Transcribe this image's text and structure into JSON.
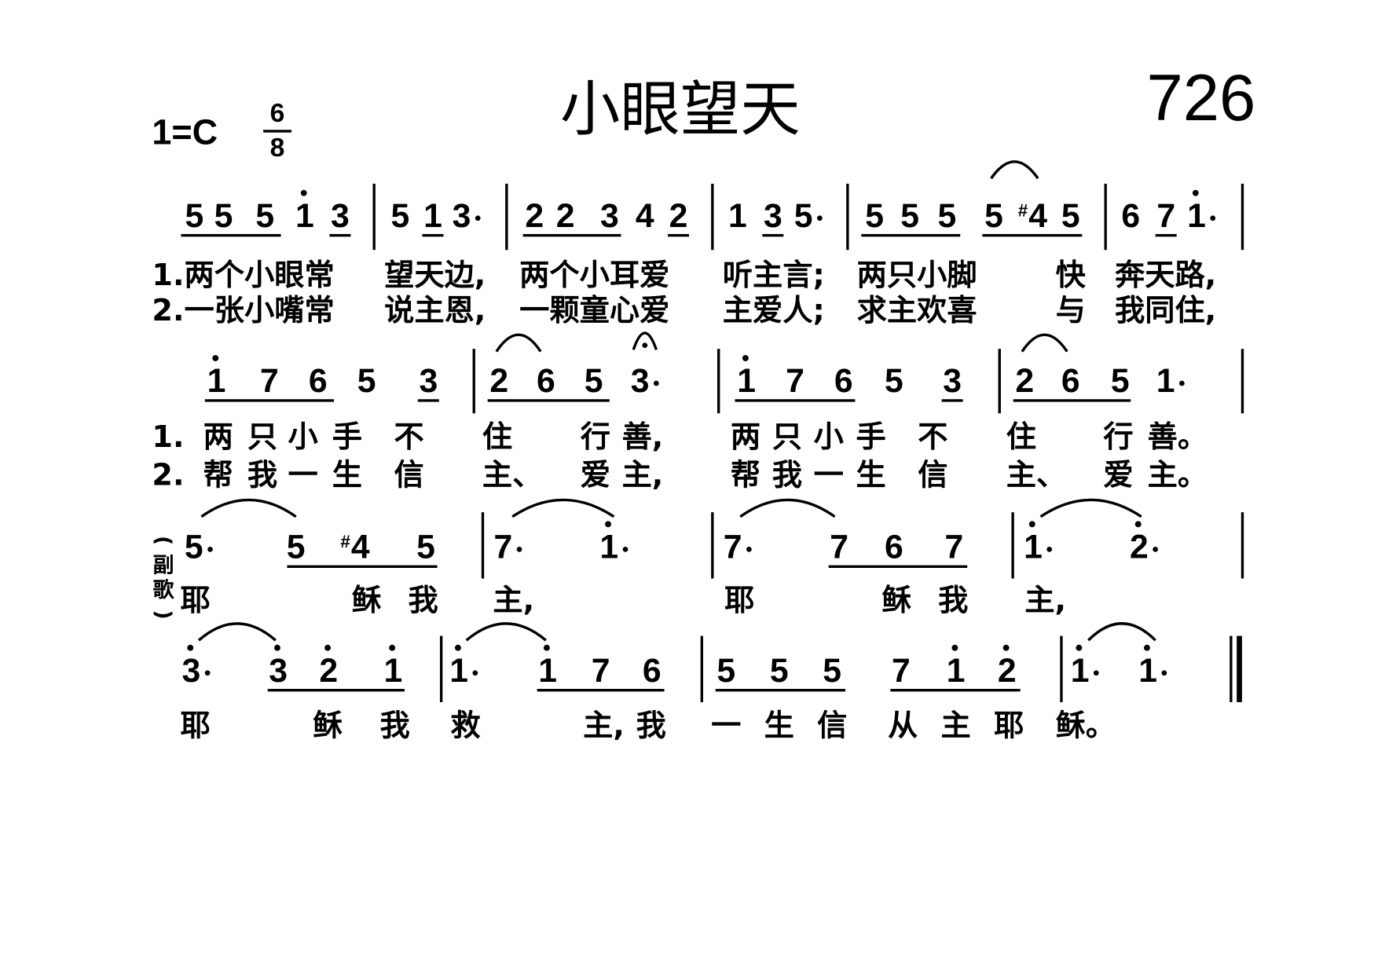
{
  "header": {
    "title": "小眼望天",
    "number": "726",
    "key": "1=C",
    "time_top": "6",
    "time_bottom": "8"
  },
  "chorus_label": "副歌",
  "lines": [
    {
      "notes": [
        {
          "d": "5"
        },
        {
          "d": "5"
        },
        {
          "d": "5"
        },
        {
          "d": "1",
          "high": true
        },
        {
          "d": "3"
        },
        {
          "d": "5"
        },
        {
          "d": "1"
        },
        {
          "d": "3",
          "aug": true
        },
        {
          "d": "2"
        },
        {
          "d": "2"
        },
        {
          "d": "3"
        },
        {
          "d": "4"
        },
        {
          "d": "2"
        },
        {
          "d": "1"
        },
        {
          "d": "3"
        },
        {
          "d": "5",
          "aug": true
        },
        {
          "d": "5"
        },
        {
          "d": "5"
        },
        {
          "d": "5"
        },
        {
          "d": "5"
        },
        {
          "d": "4",
          "sharp": true
        },
        {
          "d": "5"
        },
        {
          "d": "6"
        },
        {
          "d": "7"
        },
        {
          "d": "1",
          "high": true,
          "aug": true
        }
      ],
      "lyrics": [
        [
          "1.两个小眼常",
          "望天边,",
          "两个小耳爱",
          "听主言;",
          "两只小脚",
          "快",
          "奔天路,"
        ],
        [
          "2.一张小嘴常",
          "说主恩,",
          "一颗童心爱",
          "主爱人;",
          "求主欢喜",
          "与",
          "我同住,"
        ]
      ]
    },
    {
      "notes": [
        {
          "d": "1",
          "high": true
        },
        {
          "d": "7"
        },
        {
          "d": "6"
        },
        {
          "d": "5"
        },
        {
          "d": "3"
        },
        {
          "d": "2"
        },
        {
          "d": "6"
        },
        {
          "d": "5"
        },
        {
          "d": "3",
          "aug": true,
          "fermata": true
        },
        {
          "d": "1",
          "high": true
        },
        {
          "d": "7"
        },
        {
          "d": "6"
        },
        {
          "d": "5"
        },
        {
          "d": "3"
        },
        {
          "d": "2"
        },
        {
          "d": "6"
        },
        {
          "d": "5"
        },
        {
          "d": "1",
          "aug": true
        }
      ],
      "lyrics": [
        [
          "1.",
          "两",
          "只",
          "小",
          "手",
          "不",
          "住",
          "行",
          "善,",
          "两",
          "只",
          "小",
          "手",
          "不",
          "住",
          "行",
          "善。"
        ],
        [
          "2.",
          "帮",
          "我",
          "一",
          "生",
          "信",
          "主、",
          "爱",
          "主,",
          "帮",
          "我",
          "一",
          "生",
          "信",
          "主、",
          "爱",
          "主。"
        ]
      ]
    },
    {
      "notes": [
        {
          "d": "5",
          "aug": true
        },
        {
          "d": "5"
        },
        {
          "d": "4",
          "sharp": true
        },
        {
          "d": "5"
        },
        {
          "d": "7",
          "aug": true
        },
        {
          "d": "1",
          "high": true,
          "aug": true
        },
        {
          "d": "7",
          "aug": true
        },
        {
          "d": "7"
        },
        {
          "d": "6"
        },
        {
          "d": "7"
        },
        {
          "d": "1",
          "high": true,
          "aug": true
        },
        {
          "d": "2",
          "high": true,
          "aug": true
        }
      ],
      "lyrics": [
        [
          "耶",
          "稣",
          "我",
          "主,",
          "耶",
          "稣",
          "我",
          "主,"
        ]
      ]
    },
    {
      "notes": [
        {
          "d": "3",
          "high": true,
          "aug": true
        },
        {
          "d": "3",
          "high": true
        },
        {
          "d": "2",
          "high": true
        },
        {
          "d": "1",
          "high": true
        },
        {
          "d": "1",
          "high": true,
          "aug": true
        },
        {
          "d": "1",
          "high": true
        },
        {
          "d": "7"
        },
        {
          "d": "6"
        },
        {
          "d": "5"
        },
        {
          "d": "5"
        },
        {
          "d": "5"
        },
        {
          "d": "7"
        },
        {
          "d": "1",
          "high": true
        },
        {
          "d": "2",
          "high": true
        },
        {
          "d": "1",
          "high": true,
          "aug": true
        },
        {
          "d": "1",
          "high": true,
          "aug": true
        }
      ],
      "lyrics": [
        [
          "耶",
          "稣",
          "我",
          "救",
          "主,",
          "我",
          "一",
          "生",
          "信",
          "从",
          "主",
          "耶",
          "稣。"
        ]
      ]
    }
  ]
}
